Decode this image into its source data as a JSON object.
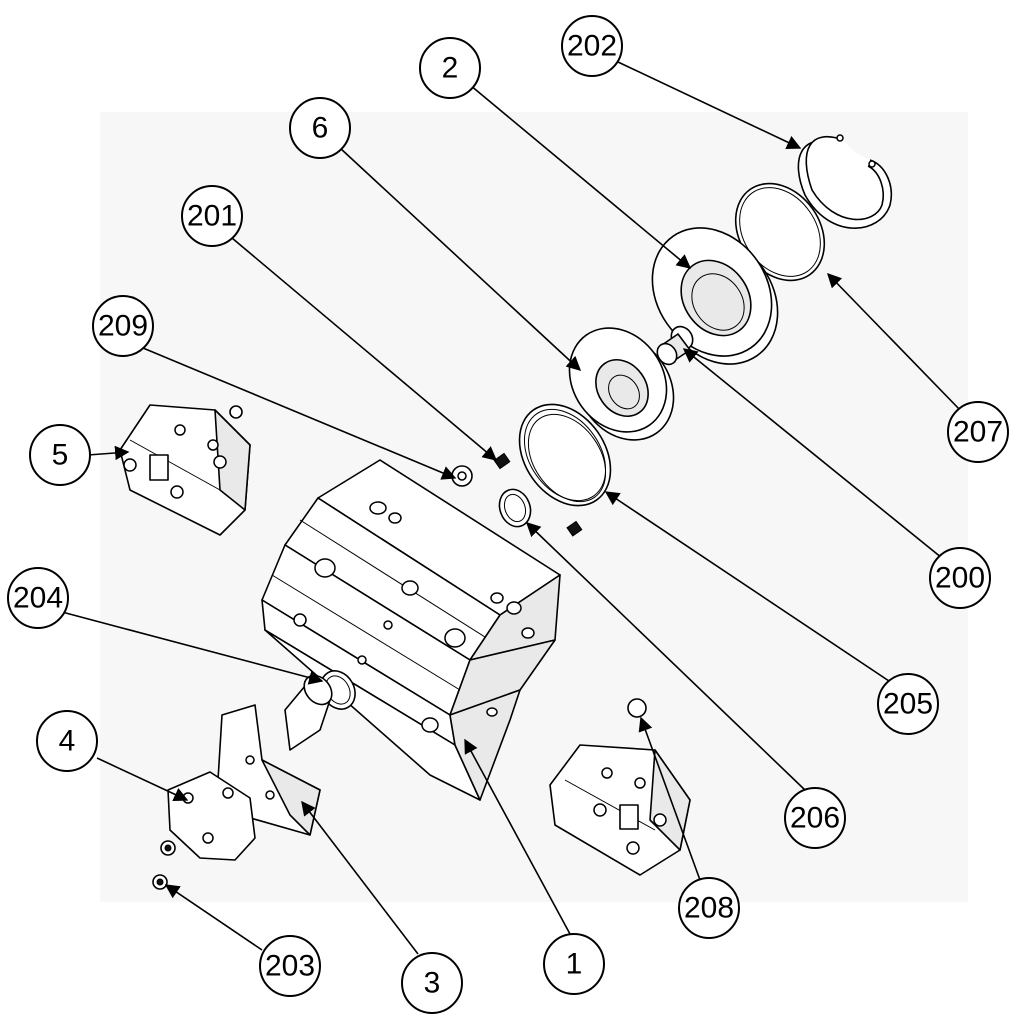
{
  "diagram": {
    "callouts": [
      {
        "id": "c202",
        "label": "202"
      },
      {
        "id": "c2",
        "label": "2"
      },
      {
        "id": "c6",
        "label": "6"
      },
      {
        "id": "c201",
        "label": "201"
      },
      {
        "id": "c209",
        "label": "209"
      },
      {
        "id": "c5",
        "label": "5"
      },
      {
        "id": "c207",
        "label": "207"
      },
      {
        "id": "c200",
        "label": "200"
      },
      {
        "id": "c204",
        "label": "204"
      },
      {
        "id": "c205",
        "label": "205"
      },
      {
        "id": "c4",
        "label": "4"
      },
      {
        "id": "c206",
        "label": "206"
      },
      {
        "id": "c208",
        "label": "208"
      },
      {
        "id": "c203",
        "label": "203"
      },
      {
        "id": "c3",
        "label": "3"
      },
      {
        "id": "c1",
        "label": "1"
      }
    ],
    "colors": {
      "line": "#000000",
      "background": "#ffffff",
      "panel": "#f7f7f7"
    }
  }
}
